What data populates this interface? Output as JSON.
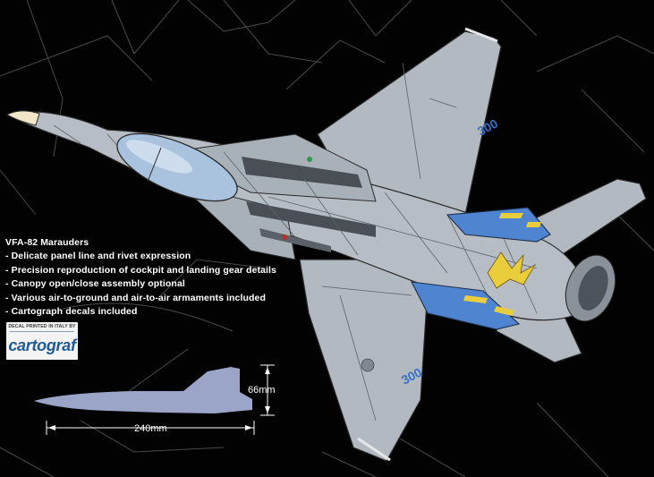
{
  "features": {
    "title": "VFA-82 Marauders",
    "items": [
      "- Delicate panel line and rivet expression",
      "- Precision reproduction of cockpit and landing gear details",
      "- Canopy open/close assembly optional",
      "- Various air-to-ground and air-to-air armaments included",
      "- Cartograph decals included"
    ]
  },
  "decal_badge": {
    "caption": "DECAL PRINTED IN ITALY BY",
    "logo": "cartograf"
  },
  "dimensions": {
    "length": "240mm",
    "height": "66mm"
  },
  "aircraft": {
    "modex_upper_wing": "300",
    "modex_lower_wing": "300"
  },
  "colors": {
    "background": "#020202",
    "aircraft_gray": "#b2b9c0",
    "squadron_blue": "#4f85d0",
    "marking_yellow": "#e9cd3c"
  }
}
